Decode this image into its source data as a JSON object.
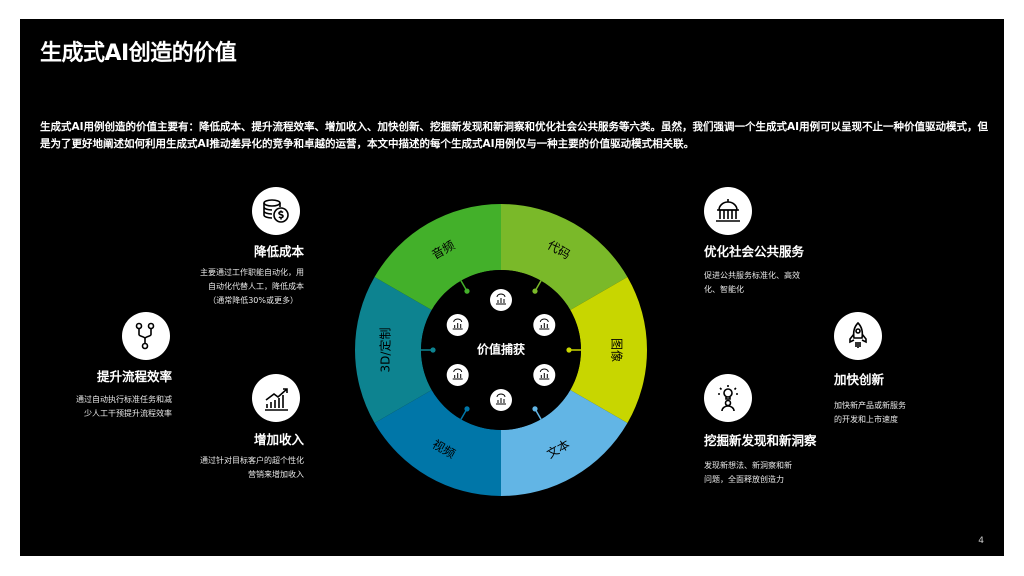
{
  "title": "生成式AI创造的价值",
  "intro": "生成式AI用例创造的价值主要有：降低成本、提升流程效率、增加收入、加快创新、挖掘新发现和新洞察和优化社会公共服务等六类。虽然，我们强调一个生成式AI用例可以呈现不止一种价值驱动模式，但是为了更好地阐述如何利用生成式AI推动差异化的竞争和卓越的运营，本文中描述的每个生成式AI用例仅与一种主要的价值驱动模式相关联。",
  "wheel": {
    "center": "价值捕获",
    "segments": [
      {
        "label": "代码",
        "color": "#7ab929"
      },
      {
        "label": "图像",
        "color": "#c8d600"
      },
      {
        "label": "文本",
        "color": "#62b5e5"
      },
      {
        "label": "视频",
        "color": "#0076a8"
      },
      {
        "label": "3D/定制",
        "color": "#0d8390"
      },
      {
        "label": "音频",
        "color": "#43b02a"
      }
    ]
  },
  "values": {
    "cost": {
      "heading": "降低成本",
      "desc": [
        "主要通过工作职能自动化，用",
        "自动化代替人工，降低成本",
        "（通常降低30%或更多）"
      ],
      "icon": "money-icon"
    },
    "efficiency": {
      "heading": "提升流程效率",
      "desc": [
        "通过自动执行标准任务和减",
        "少人工干预提升流程效率"
      ],
      "icon": "process-icon"
    },
    "revenue": {
      "heading": "增加收入",
      "desc": [
        "通过针对目标客户的超个性化",
        "营销来增加收入"
      ],
      "icon": "growth-chart-icon"
    },
    "public": {
      "heading": "优化社会公共服务",
      "desc": [
        "促进公共服务标准化、高效",
        "化、智能化"
      ],
      "icon": "government-icon"
    },
    "innovation": {
      "heading": "加快创新",
      "desc": [
        "加快新产品或新服务",
        "的开发和上市速度"
      ],
      "icon": "rocket-icon"
    },
    "insight": {
      "heading": "挖掘新发现和新洞察",
      "desc": [
        "发现新想法、新洞察和新",
        "问题，全面释放创造力"
      ],
      "icon": "idea-person-icon"
    }
  },
  "page_number": "4"
}
